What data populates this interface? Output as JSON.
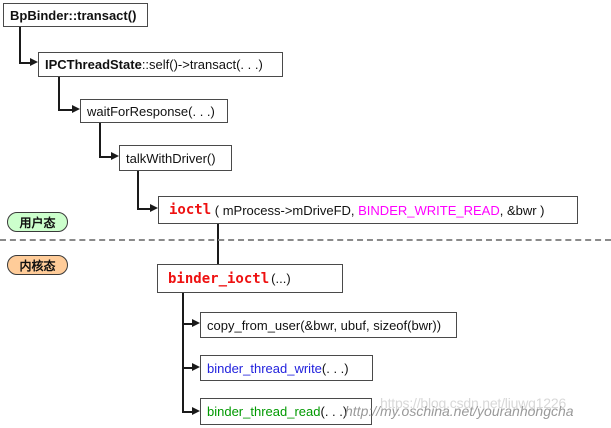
{
  "nodes": {
    "bpbinder": {
      "label": "BpBinder::transact()"
    },
    "ipc": {
      "name": "IPCThreadState",
      "rest": "::self()->transact(. . .)"
    },
    "wait": {
      "label": "waitForResponse(. . .)"
    },
    "talk": {
      "label": "talkWithDriver()"
    },
    "ioctl": {
      "fn": "ioctl",
      "arg1": " ( mProcess->mDriveFD, ",
      "flag": "BINDER_WRITE_READ",
      "arg2": ", &bwr )"
    },
    "binder_ioctl": {
      "fn": "binder_ioctl",
      "args": "(...)"
    },
    "copy_from_user": {
      "label": "copy_from_user(&bwr, ubuf, sizeof(bwr))"
    },
    "thread_write": {
      "fn": "binder_thread_write",
      "args": "(. . .)"
    },
    "thread_read": {
      "fn": "binder_thread_read",
      "args": "(. . .)"
    }
  },
  "labels": {
    "user_mode": "用户态",
    "kernel_mode": "内核态"
  },
  "watermarks": {
    "csdn": "https://blog.csdn.net/liuwg1226",
    "oschina": "http://my.oschina.net/youranhongcha"
  },
  "colors": {
    "function_red": "#ee1111",
    "flag_magenta": "#ff00ff",
    "write_blue": "#2222dd",
    "read_green": "#009900",
    "user_pill_bg": "#ccffcc",
    "kernel_pill_bg": "#ffcc99",
    "box_border": "#4a4a4a",
    "connector": "#1a1a1a",
    "divider_dash": "#8a8a8a"
  }
}
